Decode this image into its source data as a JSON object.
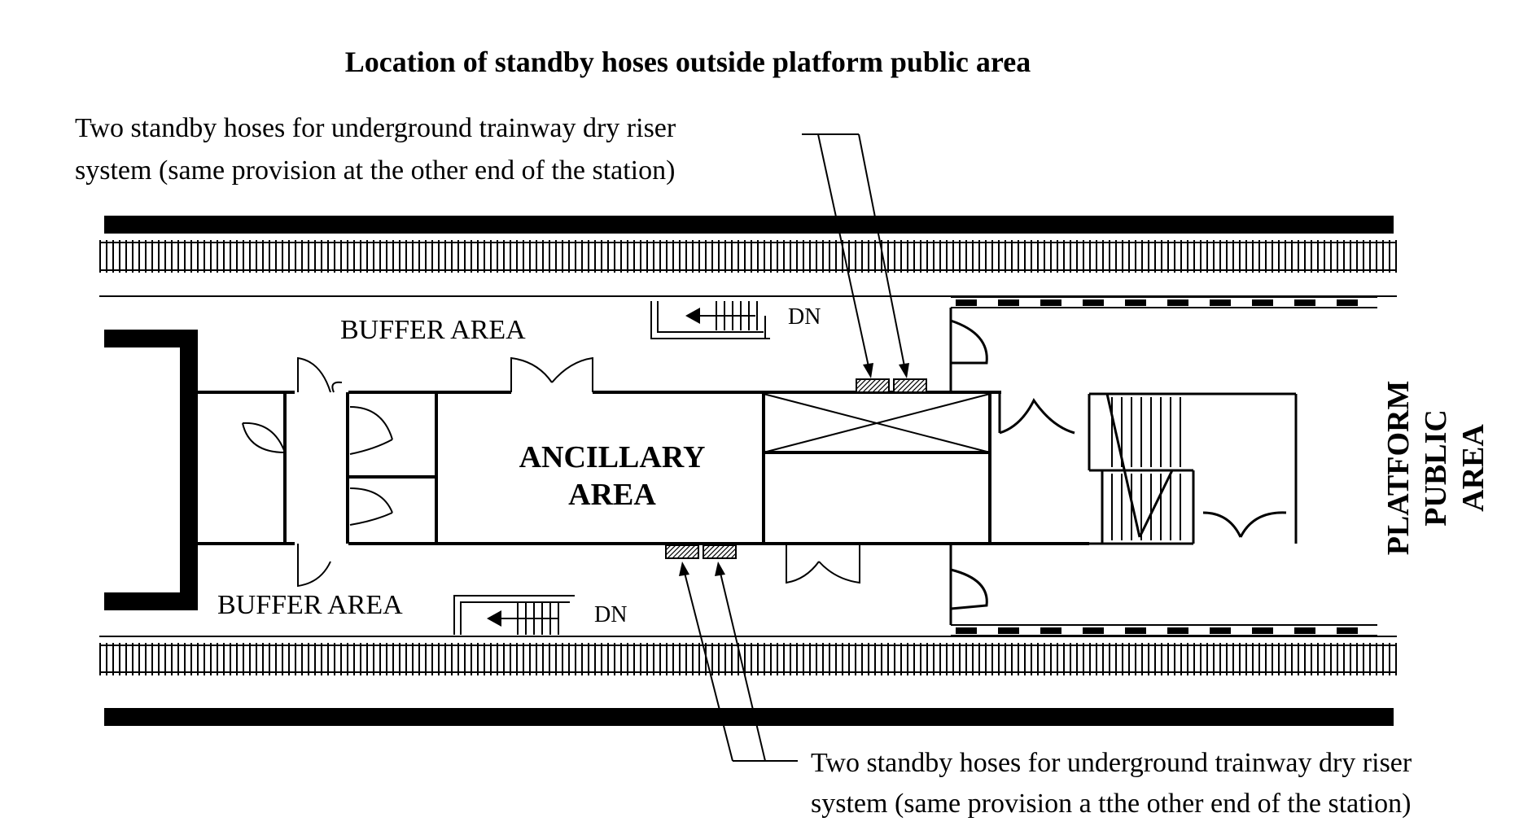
{
  "title": "Location of standby hoses outside platform public area",
  "notes": {
    "top_line1": "Two standby hoses for underground trainway dry riser",
    "top_line2": "system (same provision at the other end of the station)",
    "bottom_line1": "Two standby hoses for underground trainway dry riser",
    "bottom_line2": "system (same provision a tthe other end of the station)"
  },
  "areas": {
    "buffer_top": "BUFFER AREA",
    "buffer_bottom": "BUFFER AREA",
    "ancillary_line1": "ANCILLARY",
    "ancillary_line2": "AREA",
    "platform_line1": "PLATFORM",
    "platform_line2": "PUBLIC",
    "platform_line3": "AREA"
  },
  "stairs": {
    "top_label": "DN",
    "bottom_label": "DN"
  },
  "colors": {
    "ink": "#000000",
    "background": "#ffffff",
    "hose_fill": "#b8b8b8"
  }
}
